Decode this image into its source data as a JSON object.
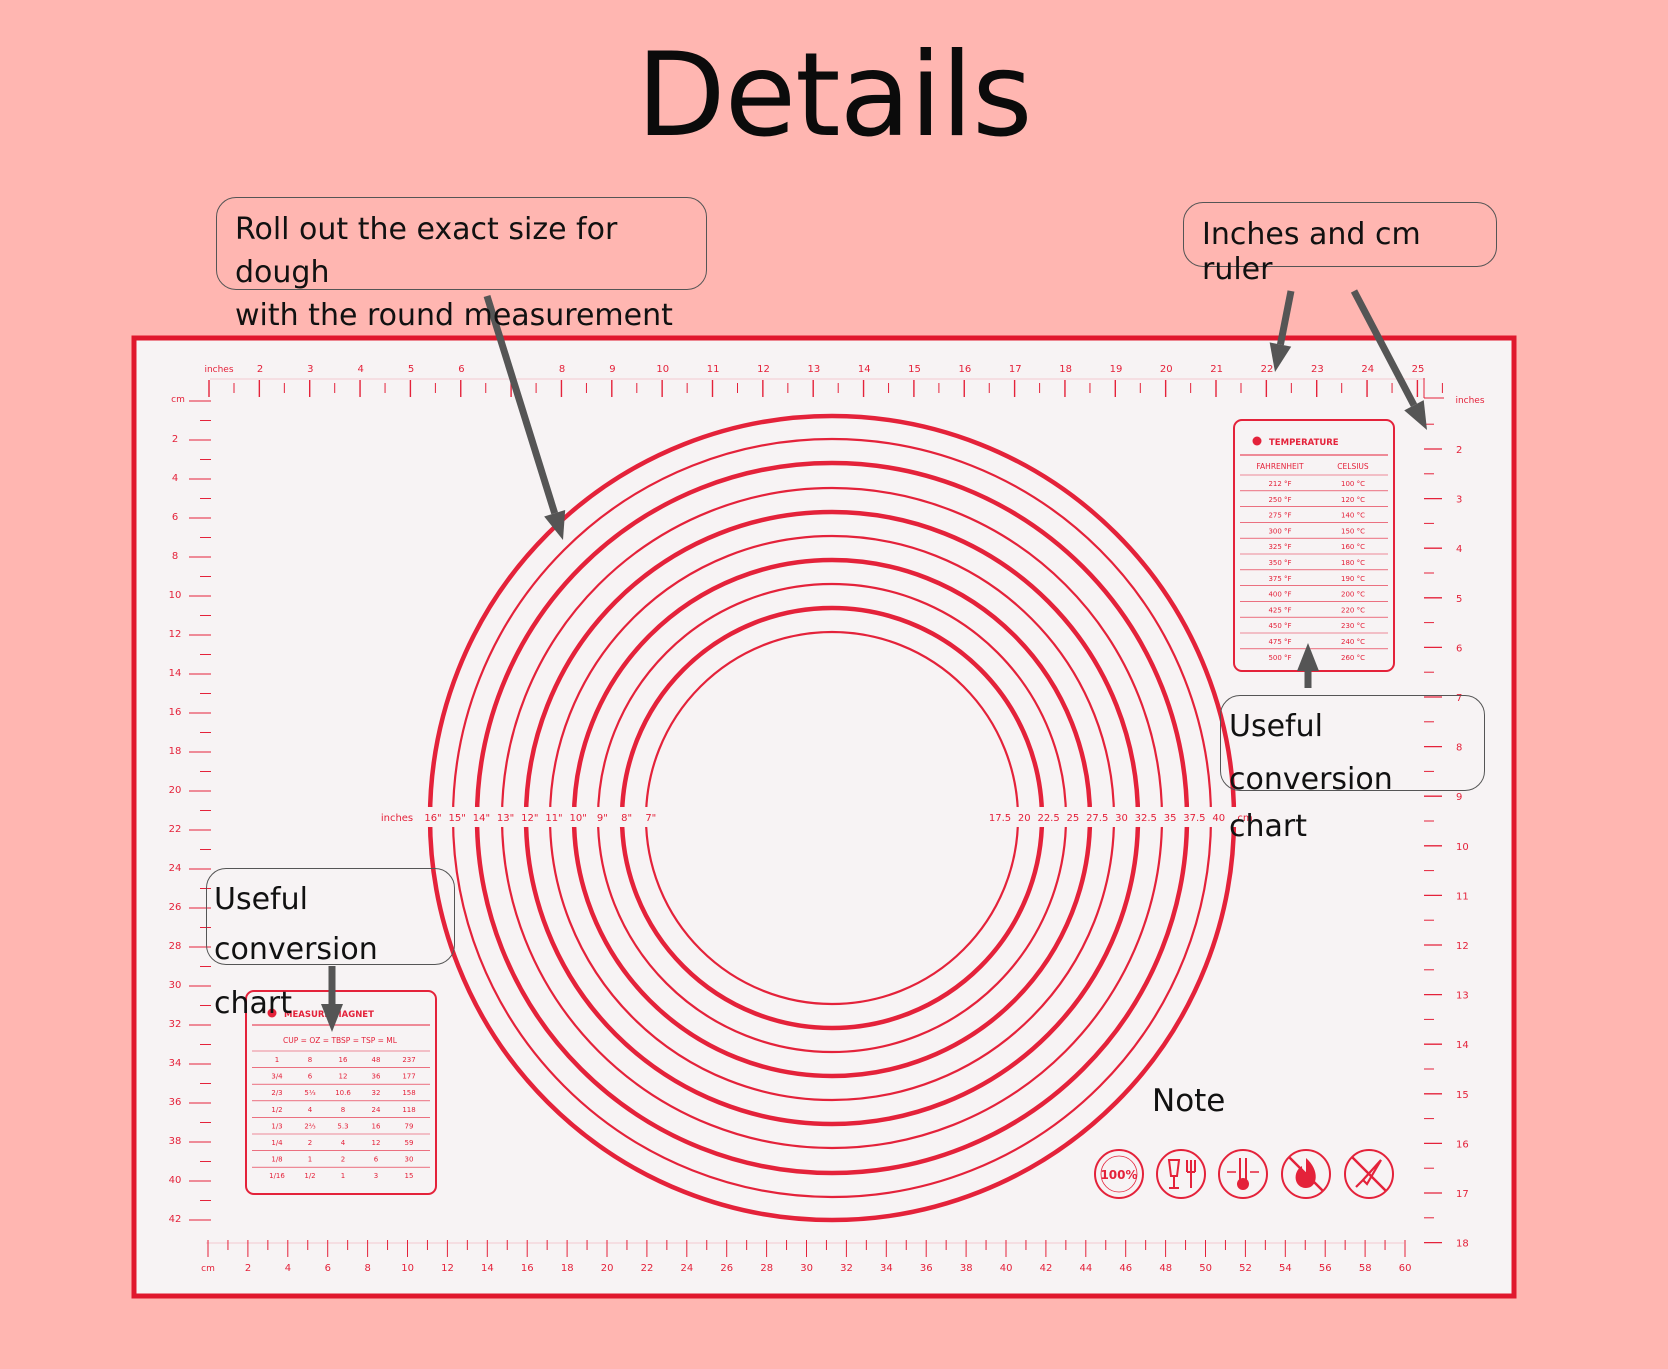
{
  "title": "Details",
  "callouts": {
    "round": {
      "line1": "Roll out the exact size for dough",
      "line2": "with the round measurement"
    },
    "ruler": {
      "text": "Inches and cm ruler"
    },
    "temp": {
      "line1": "Useful conversion",
      "line2": "chart"
    },
    "measure": {
      "line1": "Useful",
      "line2": "conversion chart"
    },
    "note": "Note"
  },
  "mat": {
    "top_unit": "inches",
    "top_ticks": [
      "2",
      "3",
      "4",
      "5",
      "6",
      "7",
      "8",
      "9",
      "10",
      "11",
      "12",
      "13",
      "14",
      "15",
      "16",
      "17",
      "18",
      "19",
      "20",
      "21",
      "22",
      "23",
      "24",
      "25"
    ],
    "left_unit": "cm",
    "left_ticks": [
      "2",
      "4",
      "6",
      "8",
      "10",
      "12",
      "14",
      "16",
      "18",
      "20",
      "22",
      "24",
      "26",
      "28",
      "30",
      "32",
      "34",
      "36",
      "38",
      "40",
      "42"
    ],
    "right_unit": "inches",
    "right_ticks": [
      "2",
      "3",
      "4",
      "5",
      "6",
      "7",
      "8",
      "9",
      "10",
      "11",
      "12",
      "13",
      "14",
      "15",
      "16",
      "17",
      "18"
    ],
    "bottom_unit": "cm",
    "bottom_ticks": [
      "2",
      "4",
      "6",
      "8",
      "10",
      "12",
      "14",
      "16",
      "18",
      "20",
      "22",
      "24",
      "26",
      "28",
      "30",
      "32",
      "34",
      "36",
      "38",
      "40",
      "42",
      "44",
      "46",
      "48",
      "50",
      "52",
      "54",
      "56",
      "58",
      "60"
    ],
    "circle_left_unit": "inches",
    "circle_inch_labels": [
      "16\"",
      "15\"",
      "14\"",
      "13\"",
      "12\"",
      "11\"",
      "10\"",
      "9\"",
      "8\"",
      "7\""
    ],
    "circle_cm_labels": [
      "17.5",
      "20",
      "22.5",
      "25",
      "27.5",
      "30",
      "32.5",
      "35",
      "37.5",
      "40"
    ],
    "circle_right_unit": "cm"
  },
  "temperature_chart": {
    "title": "TEMPERATURE",
    "headers": [
      "FAHRENHEIT",
      "CELSIUS"
    ],
    "rows": [
      [
        "212 °F",
        "100 °C"
      ],
      [
        "250 °F",
        "120 °C"
      ],
      [
        "275 °F",
        "140 °C"
      ],
      [
        "300 °F",
        "150 °C"
      ],
      [
        "325 °F",
        "160 °C"
      ],
      [
        "350 °F",
        "180 °C"
      ],
      [
        "375 °F",
        "190 °C"
      ],
      [
        "400 °F",
        "200 °C"
      ],
      [
        "425 °F",
        "220 °C"
      ],
      [
        "450 °F",
        "230 °C"
      ],
      [
        "475 °F",
        "240 °C"
      ],
      [
        "500 °F",
        "260 °C"
      ]
    ]
  },
  "measure_chart": {
    "title": "MEASURE MAGNET",
    "header": "CUP = OZ = TBSP = TSP = ML",
    "rows": [
      [
        "1",
        "8",
        "16",
        "48",
        "237"
      ],
      [
        "3/4",
        "6",
        "12",
        "36",
        "177"
      ],
      [
        "2/3",
        "5⅓",
        "10.6",
        "32",
        "158"
      ],
      [
        "1/2",
        "4",
        "8",
        "24",
        "118"
      ],
      [
        "1/3",
        "2⅔",
        "5.3",
        "16",
        "79"
      ],
      [
        "1/4",
        "2",
        "4",
        "12",
        "59"
      ],
      [
        "1/8",
        "1",
        "2",
        "6",
        "30"
      ],
      [
        "1/16",
        "1/2",
        "1",
        "3",
        "15"
      ]
    ]
  },
  "note_icons": [
    "silicone-100-icon",
    "food-safe-icon",
    "temperature-icon",
    "no-fire-icon",
    "no-knife-icon"
  ],
  "note_icon_text": {
    "silicone": "100%"
  },
  "colors": {
    "background": "#ffb6b1",
    "mat_border": "#e0182d",
    "mat_line": "#e4223a",
    "arrow": "#555555"
  }
}
